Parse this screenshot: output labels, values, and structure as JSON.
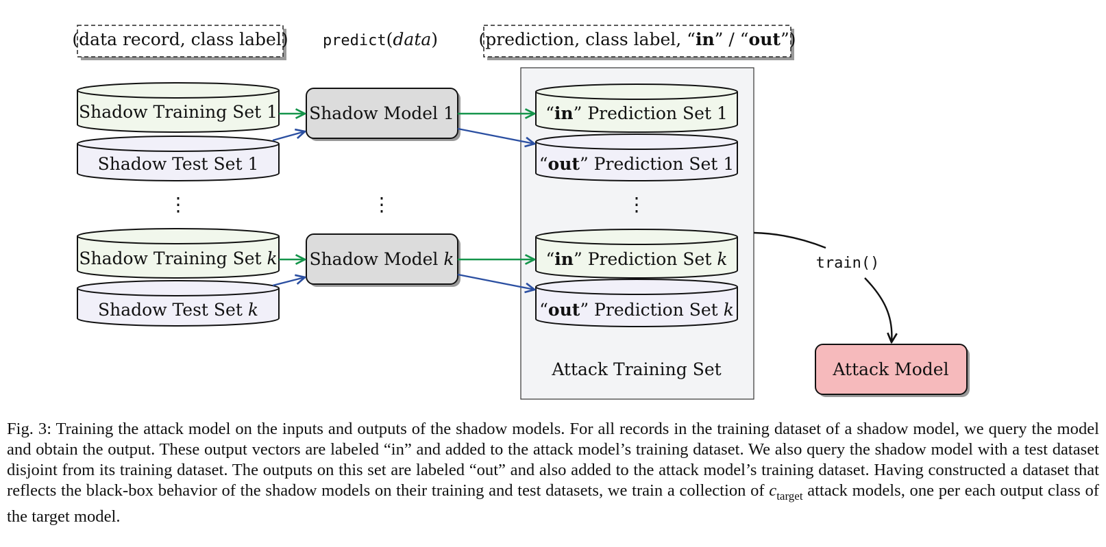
{
  "legend": {
    "input_format": "(data record, class label)",
    "predict_func": "predict",
    "predict_arg": "data",
    "output_format_pre": "(prediction, class label, “",
    "output_in": "in",
    "output_sep": "” / “",
    "output_out": "out",
    "output_post": "”)"
  },
  "groups": [
    {
      "training_set_label": "Shadow Training Set ",
      "test_set_label": "Shadow Test Set ",
      "model_label": "Shadow Model ",
      "index": "1",
      "in_pred_label": " Prediction Set ",
      "out_pred_label": " Prediction Set "
    },
    {
      "training_set_label": "Shadow Training Set ",
      "test_set_label": "Shadow Test Set ",
      "model_label": "Shadow Model ",
      "index": "k",
      "in_pred_label": " Prediction Set ",
      "out_pred_label": " Prediction Set "
    }
  ],
  "pred_words": {
    "open_quote": "“",
    "in": "in",
    "out": "out",
    "close_quote": "”"
  },
  "ellipsis": "⋮",
  "attack_training_set_label": "Attack Training Set",
  "train_func": "train()",
  "attack_model_label": "Attack Model",
  "caption": {
    "prefix": "Fig. 3: Training the attack model on the inputs and outputs of the shadow models. For all records in the training dataset of a shadow model, we query the model and obtain the output. These output vectors are labeled “in” and added to the attack model’s training dataset. We also query the shadow model with a test dataset disjoint from its training dataset. The outputs on this set are labeled “out” and also added to the attack model’s training dataset. Having constructed a dataset that reflects the black-box behavior of the shadow models on their training and test datasets, we train a collection of ",
    "c": "c",
    "c_sub": "target",
    "suffix": " attack models, one per each output class of the target model."
  },
  "colors": {
    "training_fill": "#f1f7ec",
    "test_fill": "#f1f0f9",
    "model_fill": "#dcdcdc",
    "panel_fill": "#f3f4f6",
    "attack_model_fill": "#f6babc",
    "green_arrow": "#14944a",
    "blue_arrow": "#2b4fa1",
    "shadow": "#999999"
  }
}
